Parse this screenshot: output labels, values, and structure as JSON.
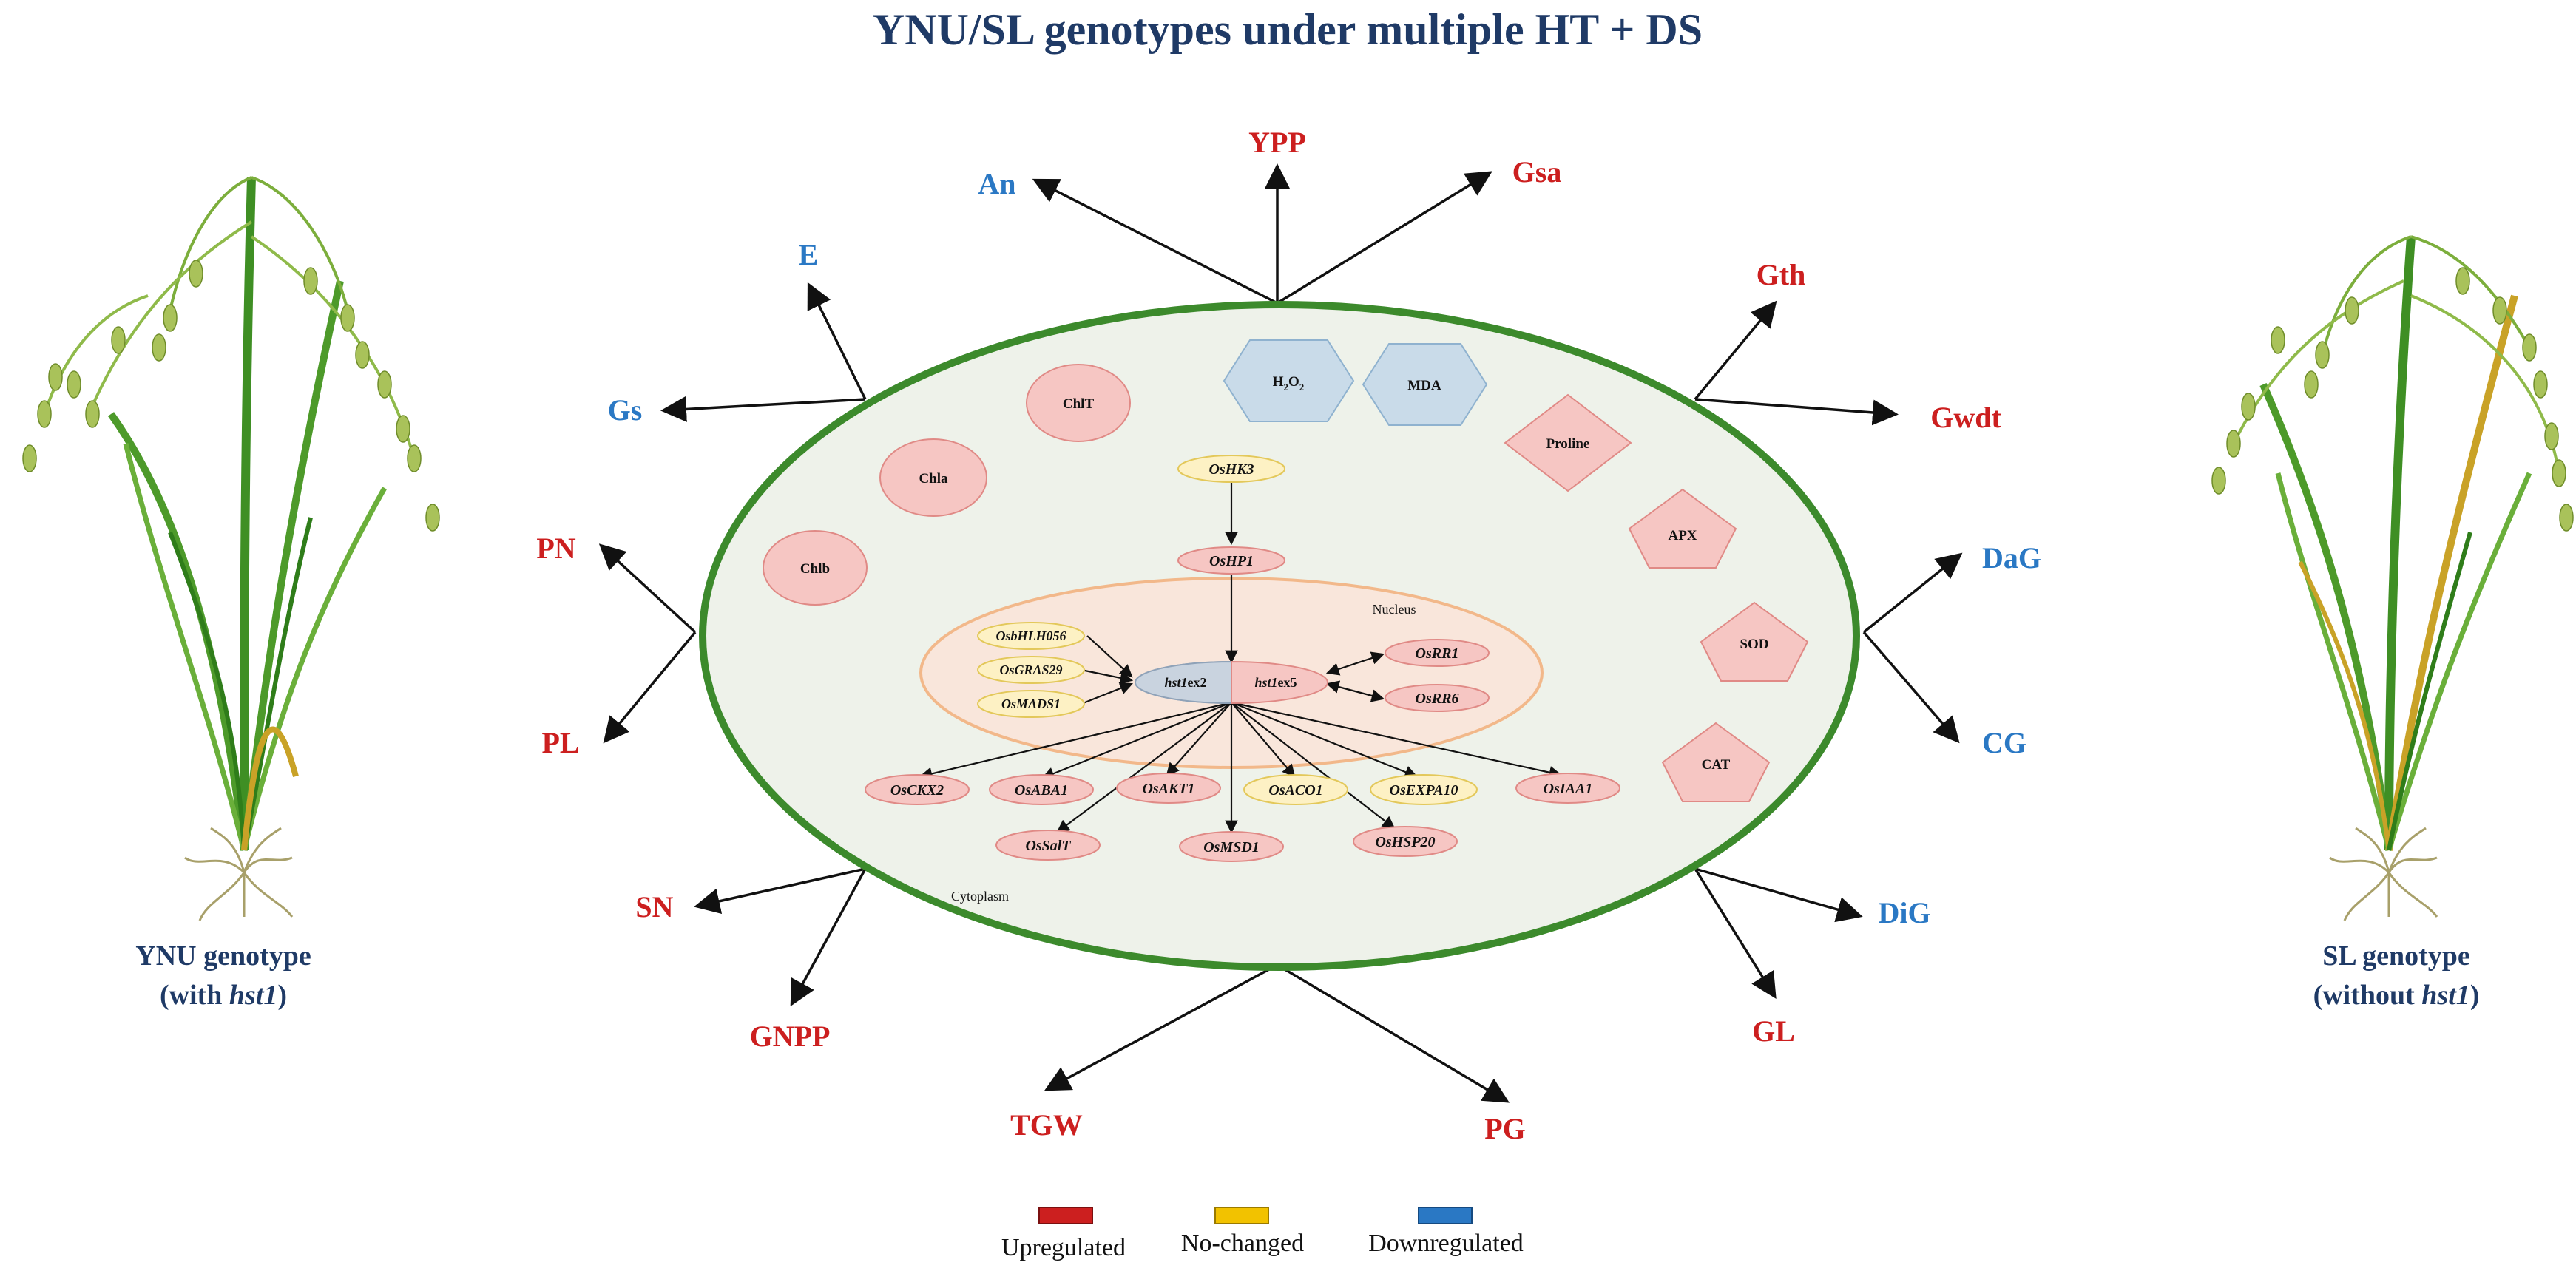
{
  "title": "YNU/SL genotypes under multiple HT + DS",
  "colors": {
    "up": "#cc1f1f",
    "down": "#2a78c4",
    "unchanged": "#f2c200",
    "pinkFill": "#f6c6c3",
    "yellowFill": "#fdf1c4",
    "blueFill": "#c9dbe9",
    "cellFill": "#eef2ea",
    "cellBorder": "#3c8a2c",
    "nucleusFill": "#f9e6db",
    "titleColor": "#1f3a66"
  },
  "traits": [
    {
      "id": "An",
      "label": "An",
      "status": "down"
    },
    {
      "id": "YPP",
      "label": "YPP",
      "status": "up"
    },
    {
      "id": "Gsa",
      "label": "Gsa",
      "status": "up"
    },
    {
      "id": "E",
      "label": "E",
      "status": "down"
    },
    {
      "id": "Gth",
      "label": "Gth",
      "status": "up"
    },
    {
      "id": "Gs",
      "label": "Gs",
      "status": "down"
    },
    {
      "id": "Gwdt",
      "label": "Gwdt",
      "status": "up"
    },
    {
      "id": "PN",
      "label": "PN",
      "status": "up"
    },
    {
      "id": "DaG",
      "label": "DaG",
      "status": "down"
    },
    {
      "id": "PL",
      "label": "PL",
      "status": "up"
    },
    {
      "id": "CG",
      "label": "CG",
      "status": "down"
    },
    {
      "id": "SN",
      "label": "SN",
      "status": "up"
    },
    {
      "id": "DiG",
      "label": "DiG",
      "status": "down"
    },
    {
      "id": "GNPP",
      "label": "GNPP",
      "status": "up"
    },
    {
      "id": "GL",
      "label": "GL",
      "status": "up"
    },
    {
      "id": "TGW",
      "label": "TGW",
      "status": "up"
    },
    {
      "id": "PG",
      "label": "PG",
      "status": "up"
    }
  ],
  "physiology": {
    "chlT": "ChlT",
    "chla": "Chla",
    "chlb": "Chlb",
    "h2o2_main": "H",
    "h2o2_sub1": "2",
    "h2o2_mid": "O",
    "h2o2_sub2": "2",
    "mda": "MDA",
    "proline": "Proline",
    "apx": "APX",
    "sod": "SOD",
    "cat": "CAT"
  },
  "genes": {
    "osHK3": "OsHK3",
    "osHP1": "OsHP1",
    "osbHLH056": "OsbHLH056",
    "osGRAS29": "OsGRAS29",
    "osMADS1": "OsMADS1",
    "hst1ex2_italic": "hst1",
    "hst1ex2_rest": "ex2",
    "hst1ex5_italic": "hst1",
    "hst1ex5_rest": "ex5",
    "osRR1": "OsRR1",
    "osRR6": "OsRR6",
    "osCKX2": "OsCKX2",
    "osABA1": "OsABA1",
    "osAKT1": "OsAKT1",
    "osACO1": "OsACO1",
    "osEXPA10": "OsEXPA10",
    "osIAA1": "OsIAA1",
    "osSalT": "OsSalT",
    "osMSD1": "OsMSD1",
    "osHSP20": "OsHSP20"
  },
  "compartments": {
    "nucleus": "Nucleus",
    "cytoplasm": "Cytoplasm"
  },
  "plants": {
    "left_line1": "YNU genotype",
    "left_line2_a": "(with ",
    "left_line2_b": "hst1",
    "left_line2_c": ")",
    "right_line1": "SL genotype",
    "right_line2_a": "(without ",
    "right_line2_b": "hst1",
    "right_line2_c": ")"
  },
  "legend": {
    "up": "Upregulated",
    "unchanged": "No-changed",
    "down": "Downregulated"
  }
}
